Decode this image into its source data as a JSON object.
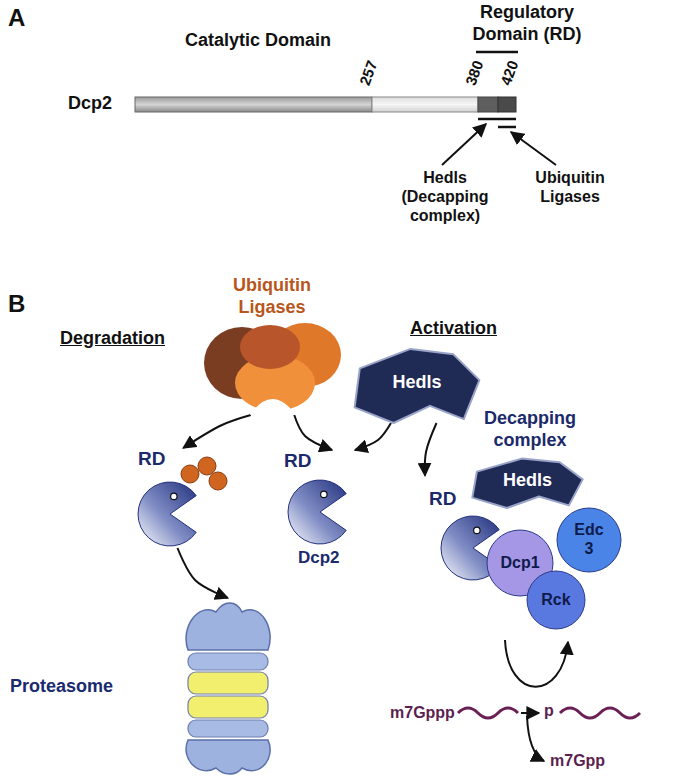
{
  "diagram": {
    "nodes": [
      {
        "text": [
          "Ubiquitin Ligases"
        ]
      },
      {
        "text": [
          "Hedls"
        ]
      },
      {
        "text": [
          "RD"
        ]
      },
      {
        "text": [
          "RD",
          "Dcp2"
        ]
      },
      {
        "text": [
          "Decapping complex"
        ]
      },
      {
        "text": [
          "Hedls"
        ],
        "in": 4
      },
      {
        "text": [
          "RD"
        ],
        "in": 4
      },
      {
        "text": [
          "Dcp1"
        ],
        "in": 4
      },
      {
        "text": [
          "Edc 3"
        ],
        "in": 4
      },
      {
        "text": [
          "Rck"
        ],
        "in": 4
      },
      {
        "text": [
          "Proteasome"
        ]
      }
    ],
    "edges": [
      {
        "from": 0,
        "to": 2,
        "arrow": "to"
      },
      {
        "from": 0,
        "to": 3,
        "arrow": "to"
      },
      {
        "from": 1,
        "to": 3,
        "arrow": "to"
      },
      {
        "from": 1,
        "to": 4,
        "arrow": "to"
      },
      {
        "from": 2,
        "to": 10,
        "arrow": "to"
      }
    ],
    "labels": [
      "A",
      "Dcp2",
      "Catalytic Domain",
      "Regulatory Domain (RD)",
      "257",
      "380",
      "420",
      "Hedls (Decapping complex)",
      "Ubiquitin Ligases",
      "B",
      "Degradation",
      "Activation",
      "m7Gppp",
      "p",
      "m7Gpp"
    ]
  }
}
